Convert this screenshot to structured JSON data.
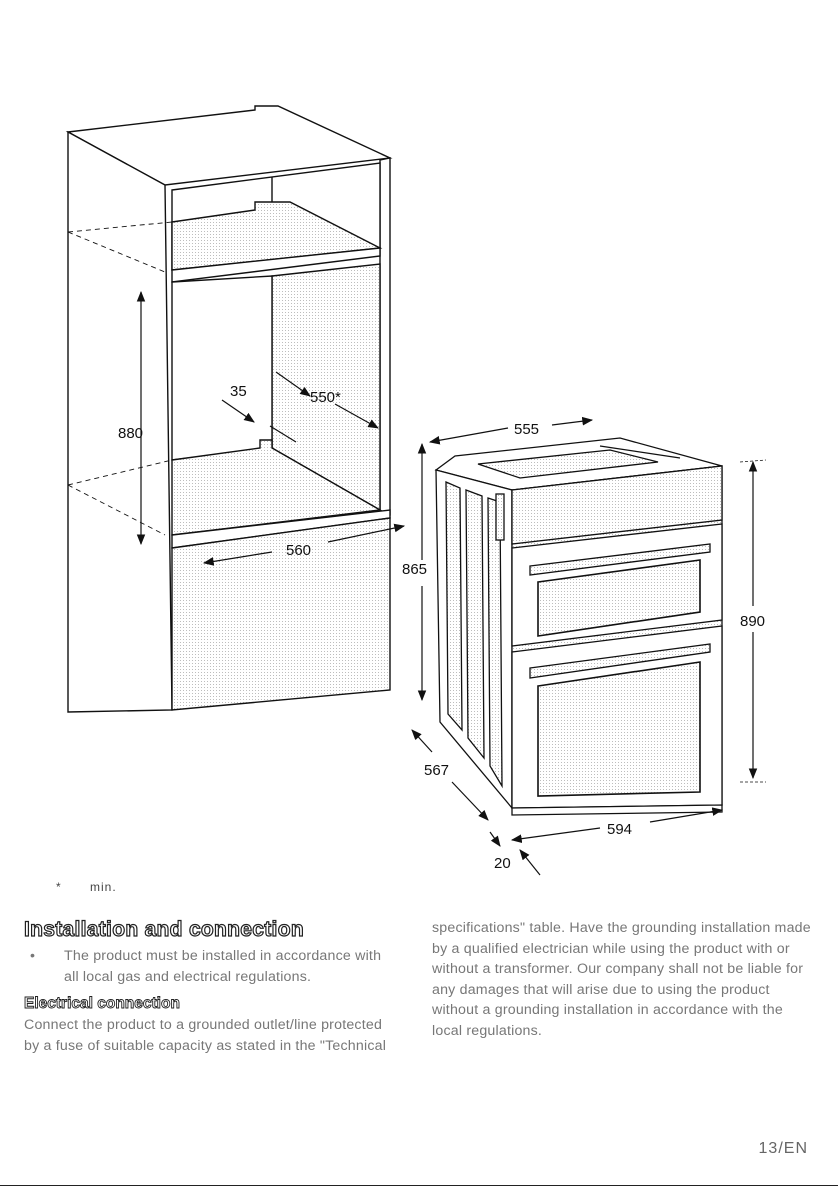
{
  "figure": {
    "dimensions": {
      "cabinet_height": "880",
      "cabinet_depth": "550*",
      "shelf_gap": "35",
      "cabinet_width": "560",
      "oven_top_depth": "555",
      "oven_body_height": "865",
      "oven_front_height": "890",
      "oven_depth": "567",
      "oven_width": "594",
      "door_thickness": "20"
    }
  },
  "footnote": {
    "marker": "*",
    "text": "min."
  },
  "section": {
    "title": "Installation and connection",
    "bullet_marker": "•",
    "bullet_text": "The product must be installed in accordance with all local gas and electrical regulations.",
    "subsection_title": "Electrical connection",
    "paragraph_left": "Connect the product to a grounded outlet/line protected by a fuse of suitable capacity as stated in the \"Technical",
    "paragraph_right": "specifications\" table. Have the grounding installation made by a qualified electrician while using the product with or without a transformer. Our company shall not be liable for any damages that will arise due to using the product without a grounding installation in accordance with the local regulations."
  },
  "page_number": "13/EN"
}
